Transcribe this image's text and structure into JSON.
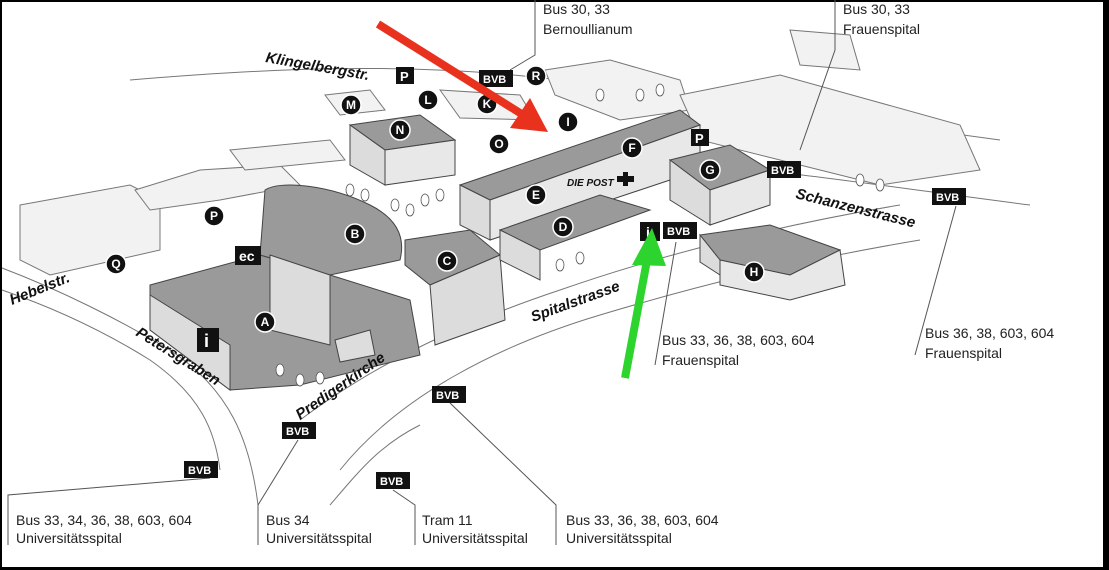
{
  "stops": {
    "bernoullianum": {
      "line1": "Bus 30, 33",
      "line2": "Bernoullianum"
    },
    "frauenspital_top": {
      "line1": "Bus 30, 33",
      "line2": "Frauenspital"
    },
    "frauenspital_mid": {
      "line1": "Bus 33, 36, 38, 603, 604",
      "line2": "Frauenspital"
    },
    "frauenspital_right": {
      "line1": "Bus 36, 38, 603, 604",
      "line2": "Frauenspital"
    },
    "unispital_1": {
      "line1": "Bus 33, 34, 36, 38, 603, 604",
      "line2": "Universitätsspital"
    },
    "unispital_2": {
      "line1": "Bus 34",
      "line2": "Universitätsspital"
    },
    "unispital_3": {
      "line1": "Tram 11",
      "line2": "Universitätsspital"
    },
    "unispital_4": {
      "line1": "Bus 33, 36, 38, 603, 604",
      "line2": "Universitätsspital"
    }
  },
  "streets": {
    "klingelberg": "Klingelbergstr.",
    "hebel": "Hebelstr.",
    "petersgraben": "Petersgraben",
    "predigerkirche": "Predigerkirche",
    "spital": "Spitalstrasse",
    "schanzen": "Schanzenstrasse"
  },
  "labels": {
    "bvb": "BVB",
    "parking": "P",
    "info": "i",
    "ec": "ec",
    "post": "DIE POST"
  },
  "markers": [
    "A",
    "B",
    "C",
    "D",
    "E",
    "F",
    "G",
    "H",
    "I",
    "K",
    "L",
    "M",
    "N",
    "O",
    "P",
    "Q",
    "R"
  ],
  "colors": {
    "building": "#9a9a9a",
    "building_light": "#e4e4e4",
    "arrow_red": "#e8321e",
    "arrow_green": "#2ed42e"
  }
}
